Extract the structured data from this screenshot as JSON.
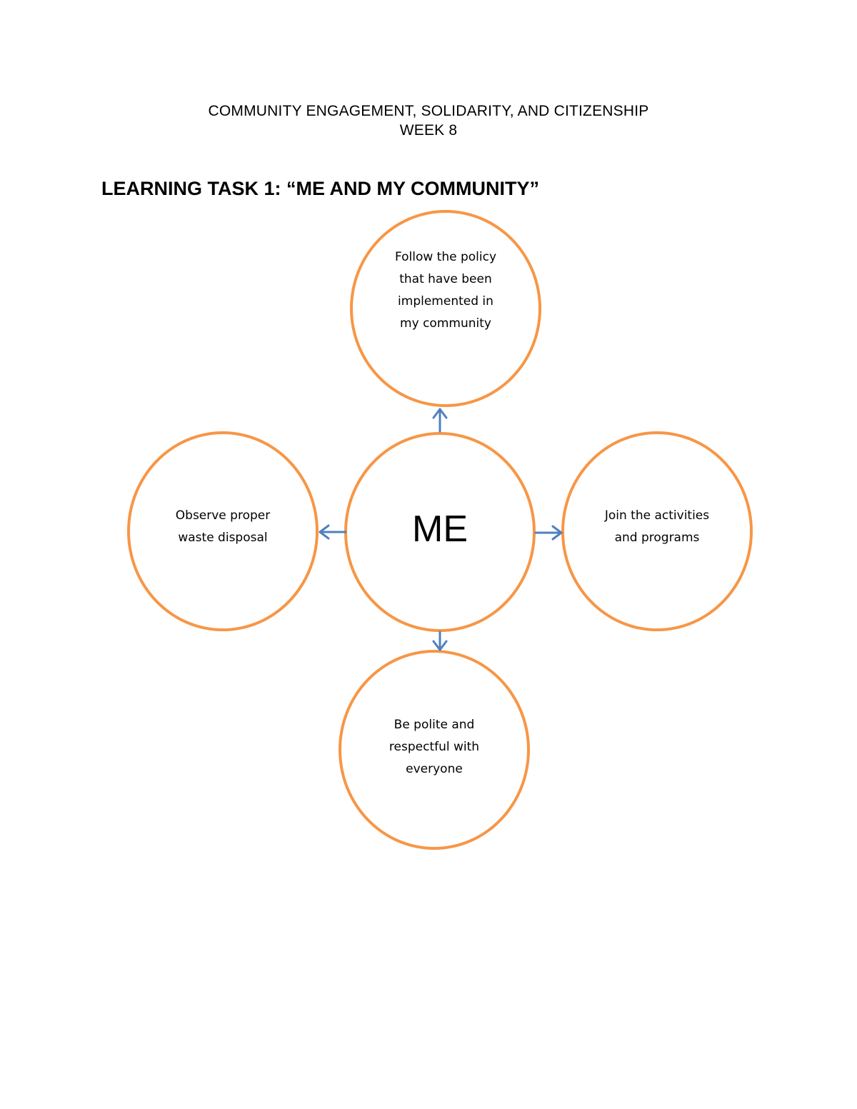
{
  "header": {
    "course_title": "COMMUNITY ENGAGEMENT, SOLIDARITY, AND CITIZENSHIP",
    "week": "WEEK 8"
  },
  "task": {
    "title": "LEARNING TASK 1: “ME AND MY COMMUNITY”"
  },
  "diagram": {
    "center": "ME",
    "top": "Follow the policy\nthat have been\nimplemented in\nmy community",
    "left": "Observe proper\nwaste disposal",
    "right": "Join the activities\nand programs",
    "bottom": "Be polite and\nrespectful with\neveryone"
  },
  "colors": {
    "circle_border": "#f79646",
    "arrow": "#4f81bd"
  }
}
